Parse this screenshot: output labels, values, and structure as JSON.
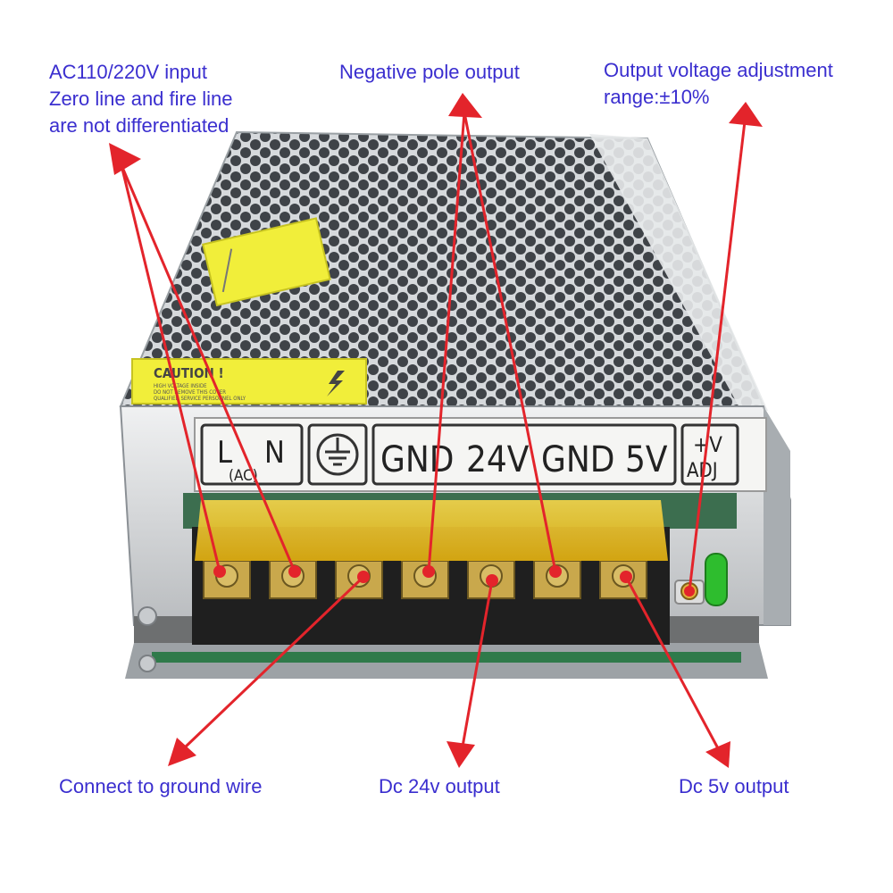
{
  "callouts": {
    "ac_input": [
      "AC110/220V input",
      "Zero line and fire line",
      "are not differentiated"
    ],
    "negative_pole": "Negative pole output",
    "voltage_adjust": [
      "Output voltage adjustment",
      "range:±10%"
    ],
    "ground_wire": "Connect to ground wire",
    "dc24": "Dc 24v output",
    "dc5": "Dc 5v output"
  },
  "terminal_panel": {
    "l": "L",
    "n": "N",
    "ac": "(AC)",
    "gnd1": "GND",
    "v24": "24V",
    "gnd2": "GND",
    "v5": "5V",
    "plus_v": "+V",
    "adj": "ADJ"
  },
  "caution_label": {
    "title": "CAUTION !",
    "line1": "HIGH VOLTAGE INSIDE",
    "line2": "DO NOT REMOVE THIS COVER",
    "line3": "QUALIFIED SERVICE PERSONNEL ONLY"
  },
  "colors": {
    "label_text": "#3a2ecf",
    "arrow": "#e3242b",
    "caution_yellow": "#f1ee3a",
    "terminal_cover": "#f3c61a",
    "led": "#2ebd2e"
  },
  "icons": [
    "earth-ground-icon",
    "lightning-icon"
  ]
}
